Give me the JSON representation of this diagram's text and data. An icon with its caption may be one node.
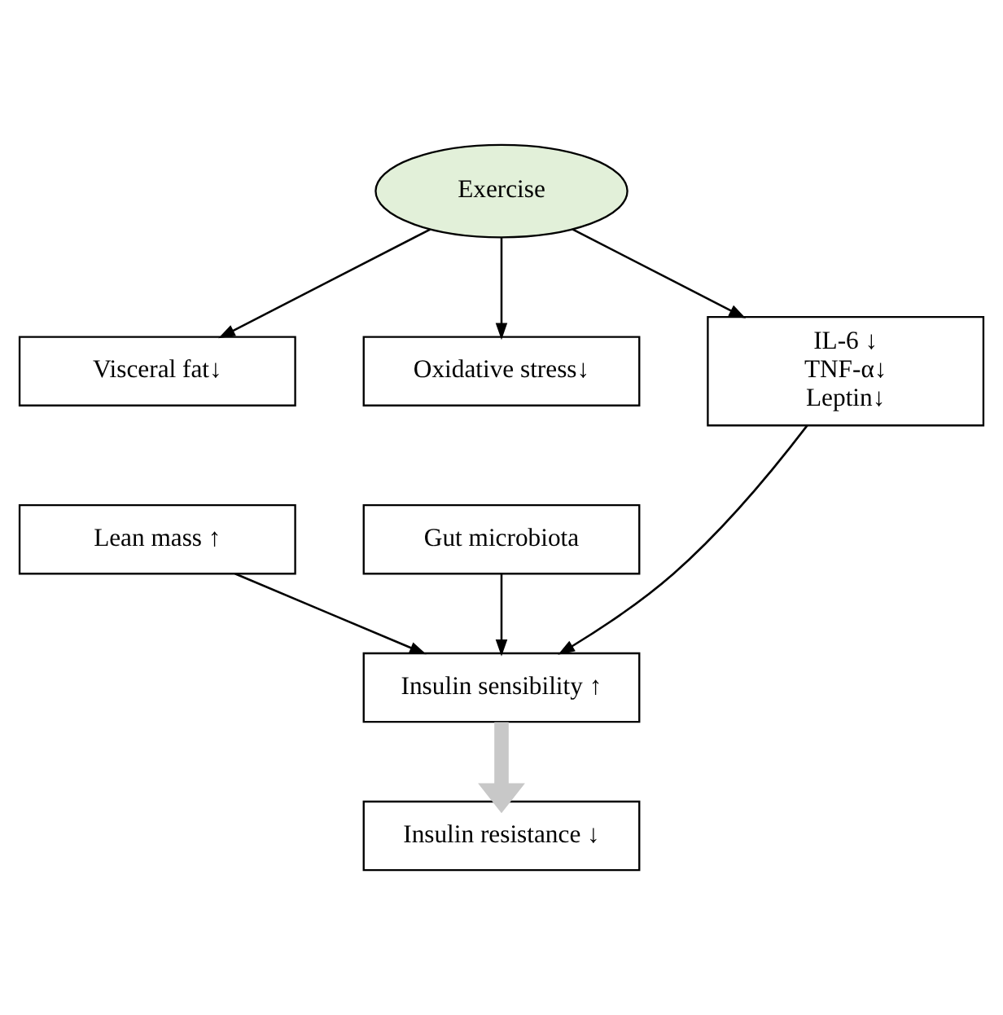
{
  "diagram": {
    "nodes": [
      {
        "text": [
          "Exercise"
        ]
      },
      {
        "text": [
          "Visceral fat↓"
        ]
      },
      {
        "text": [
          "Oxidative stress↓"
        ]
      },
      {
        "text": [
          "IL-6 ↓",
          "TNF-α↓",
          "Leptin↓"
        ]
      },
      {
        "text": [
          "Lean mass ↑"
        ]
      },
      {
        "text": [
          "Gut microbiota"
        ]
      },
      {
        "text": [
          "Insulin sensibility ↑"
        ]
      },
      {
        "text": [
          "Insulin resistance ↓"
        ]
      }
    ],
    "edges": [
      {
        "from": 0,
        "to": 1,
        "arrow": "to"
      },
      {
        "from": 0,
        "to": 2,
        "arrow": "to"
      },
      {
        "from": 0,
        "to": 3,
        "arrow": "to"
      },
      {
        "from": 4,
        "to": 6,
        "arrow": "to"
      },
      {
        "from": 5,
        "to": 6,
        "arrow": "to"
      },
      {
        "from": 3,
        "to": 6,
        "arrow": "to"
      },
      {
        "from": 6,
        "to": 7,
        "arrow": "to",
        "style": "thick",
        "color": "#c8c8c8"
      }
    ]
  }
}
